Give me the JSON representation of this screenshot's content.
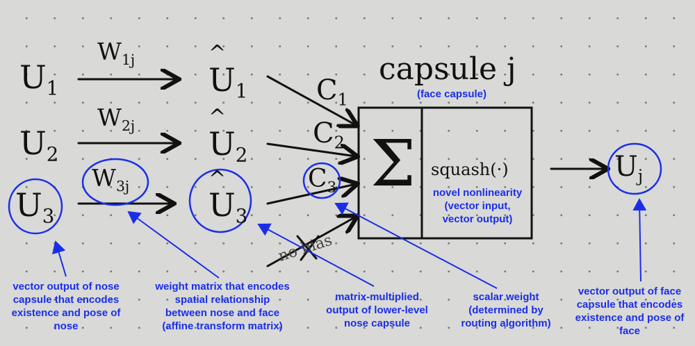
{
  "symbols": {
    "u1": "U",
    "u1_sub": "1",
    "u2": "U",
    "u2_sub": "2",
    "u3": "U",
    "u3_sub": "3",
    "w1": "W",
    "w1_sub": "1j",
    "w2": "W",
    "w2_sub": "2j",
    "w3": "W",
    "w3_sub": "3j",
    "uhat1": "U",
    "uhat1_sub": "1",
    "uhat2": "U",
    "uhat2_sub": "2",
    "uhat3": "U",
    "uhat3_sub": "3",
    "hat": "^",
    "c1": "C",
    "c1_sub": "1",
    "c2": "C",
    "c2_sub": "2",
    "c3": "C",
    "c3_sub": "3",
    "sum": "Σ",
    "squash": "squash(·)",
    "uj": "U",
    "uj_sub": "j",
    "no_bias": "no bias"
  },
  "capsule": {
    "title": "capsule j",
    "subtitle": "(face capsule)",
    "nonlinearity": "novel nonlinearity\n(vector input,\nvector output)"
  },
  "annotations": {
    "nose_output": "vector output of nose\ncapsule that encodes\nexistence and pose of\nnose",
    "weight_matrix": "weight matrix that encodes\nspatial relationship\nbetween nose and face\n(affine transform matrix)",
    "matrix_multiplied": "matrix-multiplied\noutput of lower-level\nnose capsule",
    "scalar_weight": "scalar weight\n(determined by\nrouting algorithm)",
    "face_output": "vector output of face\ncapsule that encodes\nexistence and pose of\nface"
  },
  "colors": {
    "annotation": "#1a2ee8",
    "ink": "#111111",
    "paper": "#d9d9d7"
  }
}
